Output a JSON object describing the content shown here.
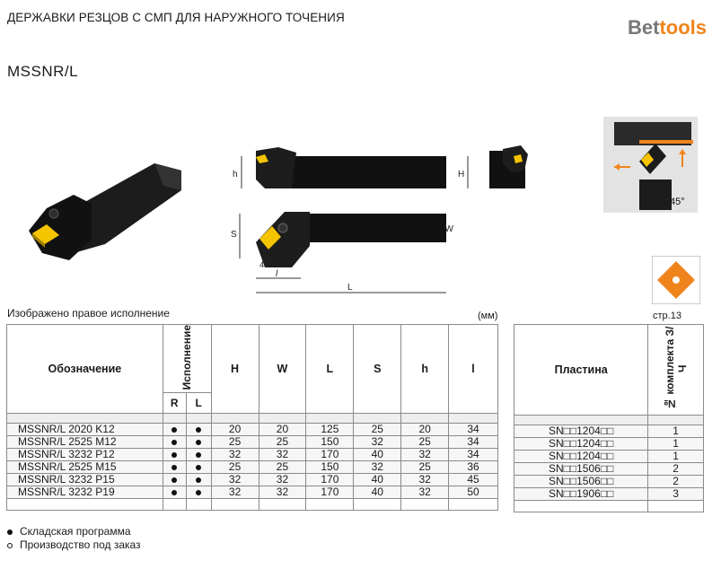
{
  "header": {
    "title": "ДЕРЖАВКИ РЕЗЦОВ С СМП ДЛЯ НАРУЖНОГО ТОЧЕНИЯ"
  },
  "brand": {
    "logo_part1": "Bet",
    "logo_part2": "tools",
    "accent": "#f0841c"
  },
  "model": "MSSNR/L",
  "drawing": {
    "h": "h",
    "H": "H",
    "S": "S",
    "W": "W",
    "angle": "45°",
    "l": "l",
    "L": "L",
    "corner_angle": "45°"
  },
  "note": "Изображено правое исполнение",
  "units": "(мм)",
  "insert_ref": "стр.13",
  "table": {
    "col_designation": "Обозначение",
    "col_version": "Исполнение",
    "col_R": "R",
    "col_L": "L",
    "col_H": "H",
    "col_W": "W",
    "col_Lc": "L",
    "col_S": "S",
    "col_h": "h",
    "col_l": "l",
    "rows": [
      {
        "designation": "MSSNR/L 2020 K12",
        "H": "20",
        "W": "20",
        "L": "125",
        "S": "25",
        "h": "20",
        "l": "34"
      },
      {
        "designation": "MSSNR/L 2525 M12",
        "H": "25",
        "W": "25",
        "L": "150",
        "S": "32",
        "h": "25",
        "l": "34"
      },
      {
        "designation": "MSSNR/L 3232 P12",
        "H": "32",
        "W": "32",
        "L": "170",
        "S": "40",
        "h": "32",
        "l": "34"
      },
      {
        "designation": "MSSNR/L 2525 M15",
        "H": "25",
        "W": "25",
        "L": "150",
        "S": "32",
        "h": "25",
        "l": "36"
      },
      {
        "designation": "MSSNR/L 3232 P15",
        "H": "32",
        "W": "32",
        "L": "170",
        "S": "40",
        "h": "32",
        "l": "45"
      },
      {
        "designation": "MSSNR/L 3232 P19",
        "H": "32",
        "W": "32",
        "L": "170",
        "S": "40",
        "h": "32",
        "l": "50"
      }
    ]
  },
  "table2": {
    "col_insert": "Пластина",
    "col_set": "№ комплекта З/Ч",
    "rows": [
      {
        "insert": "SN□□1204□□",
        "set": "1"
      },
      {
        "insert": "SN□□1204□□",
        "set": "1"
      },
      {
        "insert": "SN□□1204□□",
        "set": "1"
      },
      {
        "insert": "SN□□1506□□",
        "set": "2"
      },
      {
        "insert": "SN□□1506□□",
        "set": "2"
      },
      {
        "insert": "SN□□1906□□",
        "set": "3"
      }
    ]
  },
  "legend": {
    "stock": "Складская программа",
    "order": "Производство под заказ"
  }
}
